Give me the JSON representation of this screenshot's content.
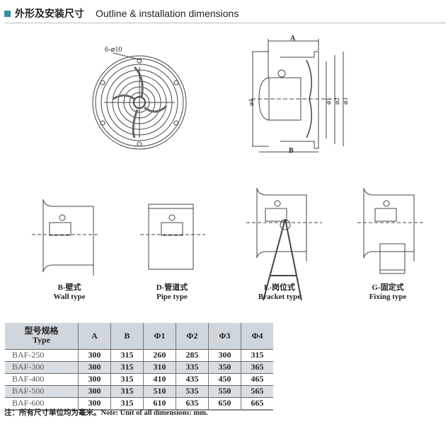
{
  "header": {
    "title_cn": "外形及安装尺寸",
    "title_en": "Outline & installation dimensions",
    "accent": "#2e8fa6"
  },
  "drawings": {
    "front_label": "6-⌀10",
    "side_labels": {
      "a": "A",
      "b": "B",
      "d1": "⌀1",
      "d2": "⌀2",
      "d3": "⌀3",
      "d4": "⌀4"
    },
    "types": [
      {
        "cn": "B-壁式",
        "en": "Wall type"
      },
      {
        "cn": "D-管道式",
        "en": "Pipe type"
      },
      {
        "cn": "L-岗位式",
        "en": "Bracket type"
      },
      {
        "cn": "G-固定式",
        "en": "Fixing type"
      }
    ]
  },
  "table": {
    "headers": {
      "type_cn": "型号规格",
      "type_en": "Type",
      "cols": [
        "A",
        "B",
        "Φ1",
        "Φ2",
        "Φ3",
        "Φ4"
      ]
    },
    "rows": [
      {
        "type": "BAF-250",
        "values": [
          "300",
          "315",
          "260",
          "285",
          "300",
          "315"
        ]
      },
      {
        "type": "BAF-300",
        "values": [
          "300",
          "315",
          "310",
          "335",
          "350",
          "365"
        ]
      },
      {
        "type": "BAF-400",
        "values": [
          "300",
          "315",
          "410",
          "435",
          "450",
          "465"
        ]
      },
      {
        "type": "BAF-500",
        "values": [
          "300",
          "315",
          "510",
          "535",
          "550",
          "565"
        ]
      },
      {
        "type": "BAF-600",
        "values": [
          "300",
          "315",
          "610",
          "635",
          "650",
          "665"
        ]
      }
    ]
  },
  "note": "注：所有尺寸单位均为毫米。Note: Unit of all dimensions: mm."
}
